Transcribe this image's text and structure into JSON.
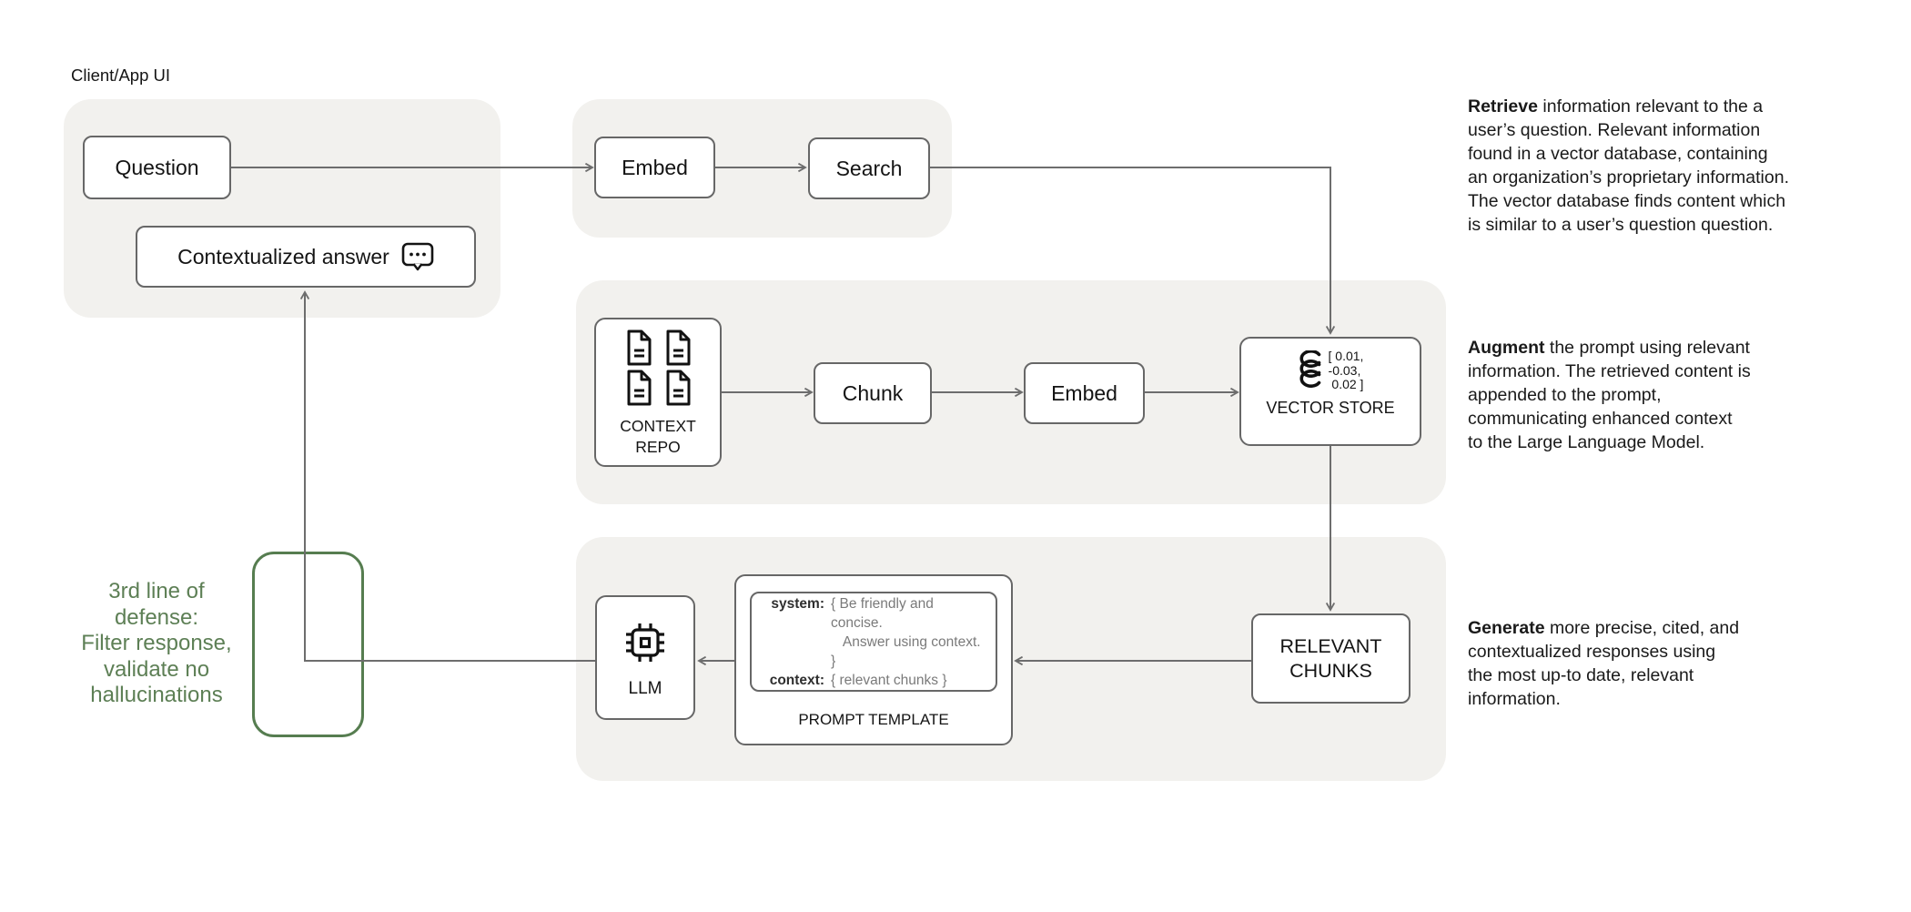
{
  "client_panel_label": "Client/App UI",
  "colors": {
    "panel_bg": "#f2f1ee",
    "node_border": "#676767",
    "connector": "#6d6d6d",
    "guardrail_green": "#567d50",
    "guardrail_text_green": "#5d7f55"
  },
  "nodes": {
    "question": "Question",
    "contextualized_answer": "Contextualized answer",
    "embed_top": "Embed",
    "search": "Search",
    "context_repo": "CONTEXT\nREPO",
    "chunk": "Chunk",
    "embed_mid": "Embed",
    "vector_values": "[ 0.01,\n-0.03,\n 0.02 ]",
    "vector_store_label": "VECTOR STORE",
    "relevant_chunks": "RELEVANT\nCHUNKS",
    "llm": "LLM"
  },
  "prompt_template": {
    "system_label": "system:",
    "system_value": "{ Be friendly and concise.\n   Answer using context. }",
    "context_label": "context:",
    "context_value": "{ relevant chunks }",
    "title": "PROMPT TEMPLATE"
  },
  "guardrail_note": "3rd line of\ndefense:\nFilter response,\nvalidate no\nhallucinations",
  "annotations": [
    {
      "lead": "Retrieve",
      "body": " information relevant to the a\nuser’s question. Relevant information\nfound in a vector database, containing\nan organization’s proprietary information.\nThe vector database finds content which\nis similar to a user’s question question."
    },
    {
      "lead": "Augment",
      "body": " the prompt using relevant\ninformation. The retrieved content is\nappended to the prompt,\ncommunicating enhanced context\nto the Large Language Model."
    },
    {
      "lead": "Generate",
      "body": " more precise, cited, and\ncontextualized responses using\nthe most up-to date, relevant\ninformation."
    }
  ]
}
